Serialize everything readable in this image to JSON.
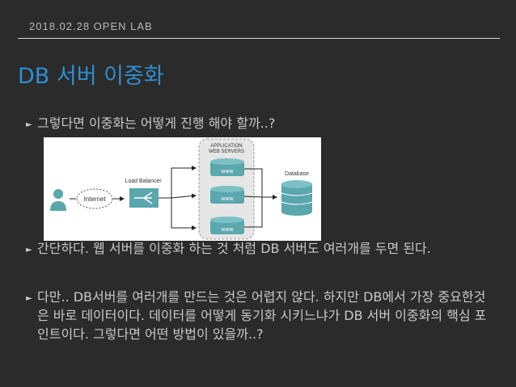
{
  "header": {
    "text": "2018.02.28 OPEN LAB"
  },
  "slide": {
    "title": "DB 서버 이중화",
    "bullets": [
      "그렇다면 이중화는 어떻게 진행 해야 할까..?",
      "간단하다. 웹 서버를 이중화 하는 것 처럼 DB 서버도 여러개를 두면 된다.",
      "다만.. DB서버를 여러개를 만드는 것은 어렵지 않다. 하지만 DB에서 가장 중요한것은 바로 데이터이다. 데이터를 어떻게 동기화 시키느냐가 DB 서버 이중화의 핵심 포인트이다. 그렇다면 어떤 방법이 있을까..?"
    ]
  },
  "diagram": {
    "internet_label": "Internet",
    "load_balancer_label": "Load Balancer",
    "app_servers_label_1": "APPLICATION",
    "app_servers_label_2": "WEB SERVERS",
    "server_label": "www",
    "database_label": "Database"
  },
  "colors": {
    "background": "#2b2b2b",
    "title": "#2f8ecf",
    "teal": "#5aa7ad"
  }
}
